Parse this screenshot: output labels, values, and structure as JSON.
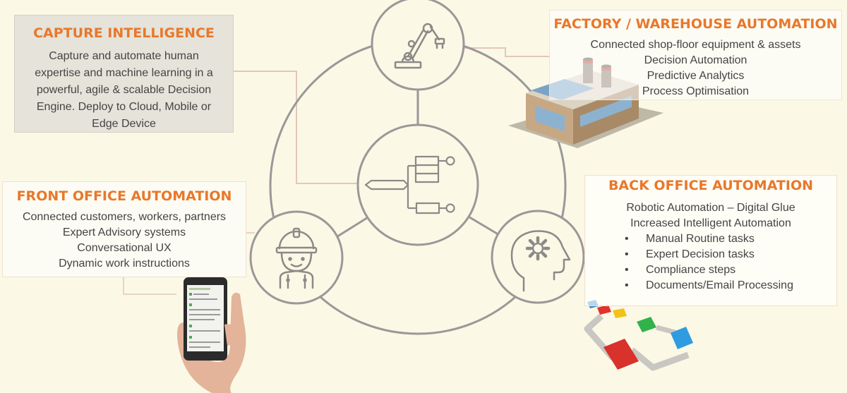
{
  "capture": {
    "title": "CAPTURE INTELLIGENCE",
    "lines": [
      "Capture and automate human",
      "expertise and machine learning in a",
      "powerful, agile & scalable Decision",
      "Engine. Deploy to Cloud, Mobile or",
      "Edge Device"
    ]
  },
  "factory": {
    "title": "FACTORY / WAREHOUSE AUTOMATION",
    "lines": [
      "Connected shop-floor equipment & assets",
      "Decision Automation",
      "Predictive Analytics",
      "Process Optimisation"
    ]
  },
  "front": {
    "title": "FRONT OFFICE AUTOMATION",
    "lines": [
      "Connected customers, workers, partners",
      "Expert Advisory systems",
      "Conversational UX",
      "Dynamic work instructions"
    ]
  },
  "back": {
    "title": "BACK OFFICE AUTOMATION",
    "lines": [
      "Robotic Automation – Digital Glue",
      "Increased Intelligent Automation"
    ],
    "bullet": "•",
    "bullets": [
      "Manual Routine tasks",
      "Expert Decision tasks",
      "Compliance steps",
      "Documents/Email Processing"
    ]
  },
  "colors": {
    "accent": "#e8782b",
    "circle": "#9a9898",
    "connector": "#e2c7bb",
    "background": "#fbf8e6"
  },
  "icons": {
    "top": "robot-arm-icon",
    "center": "decision-tree-icon",
    "left": "worker-helmet-icon",
    "right": "head-gear-icon"
  }
}
